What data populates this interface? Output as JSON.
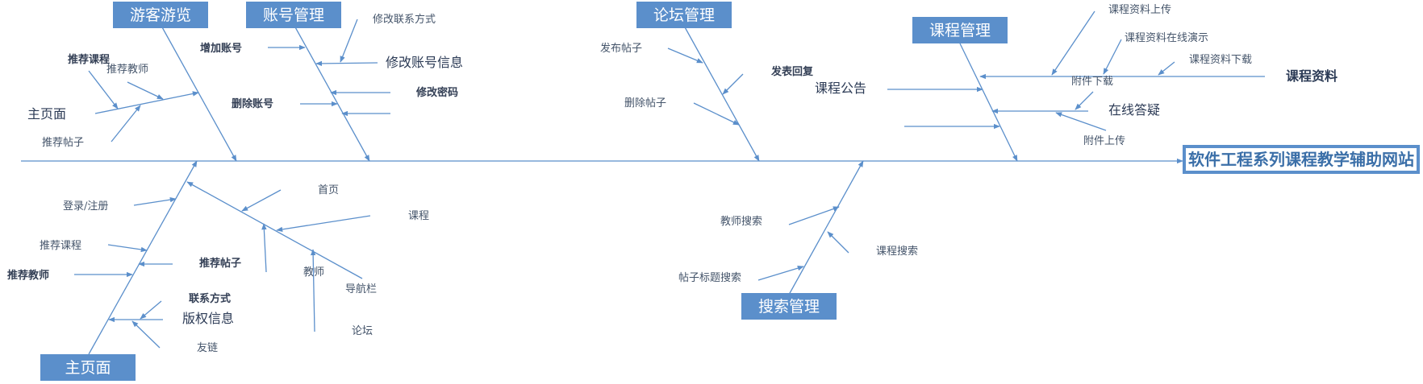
{
  "colors": {
    "accent": "#5B8FCB",
    "box_fill": "#5B8FCB",
    "text": "#44546A"
  },
  "head": {
    "label": "软件工程系列课程教学辅助网站"
  },
  "categories": {
    "guest": "游客游览",
    "account": "账号管理",
    "forum": "论坛管理",
    "course": "课程管理",
    "home": "主页面",
    "search": "搜索管理"
  },
  "guest": {
    "recommend_course": "推荐课程",
    "recommend_teacher": "推荐教师",
    "main_page": "主页面",
    "recommend_post": "推荐帖子"
  },
  "account": {
    "add_account": "增加账号",
    "delete_account": "删除账号",
    "modify_contact": "修改联系方式",
    "modify_info": "修改账号信息",
    "modify_password": "修改密码"
  },
  "forum": {
    "publish_post": "发布帖子",
    "delete_post": "删除帖子",
    "publish_reply": "发表回复"
  },
  "course": {
    "upload_material": "课程资料上传",
    "online_demo": "课程资料在线演示",
    "download_material": "课程资料下载",
    "material": "课程资料",
    "announcement": "课程公告",
    "attach_download": "附件下载",
    "online_qa": "在线答疑",
    "attach_upload": "附件上传"
  },
  "home": {
    "login_register": "登录/注册",
    "recommend_course": "推荐课程",
    "recommend_teacher": "推荐教师",
    "recommend_post": "推荐帖子",
    "contact": "联系方式",
    "copyright": "版权信息",
    "friend_links": "友链",
    "homepage": "首页",
    "course": "课程",
    "teacher": "教师",
    "navbar": "导航栏",
    "forum": "论坛"
  },
  "search": {
    "teacher_search": "教师搜索",
    "course_search": "课程搜索",
    "post_title_search": "帖子标题搜索"
  }
}
